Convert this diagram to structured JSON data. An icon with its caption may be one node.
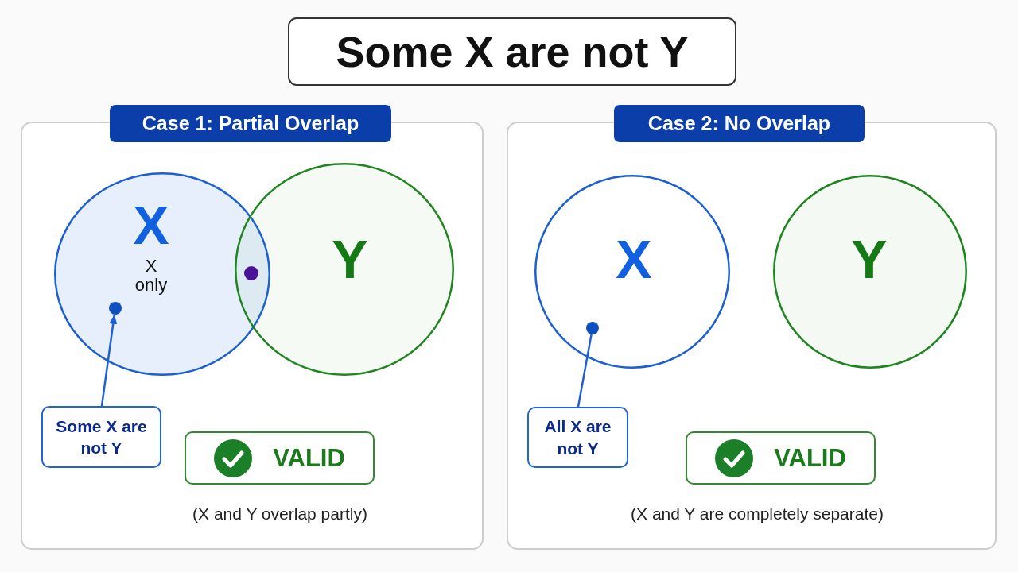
{
  "diagram": {
    "title": "Some X are not Y",
    "nodes": [
      {
        "text": [
          "Case 1: Partial Overlap"
        ]
      },
      {
        "text": [
          "X",
          "X only"
        ],
        "in": 0
      },
      {
        "text": [
          "Y"
        ],
        "in": 0
      },
      {
        "text": [],
        "shape": "circle",
        "in": 1
      },
      {
        "text": [
          "Some X are not Y"
        ],
        "in": 0
      },
      {
        "text": [
          "VALID"
        ],
        "in": 0
      },
      {
        "text": [
          "Case 2: No Overlap"
        ]
      },
      {
        "text": [
          "X"
        ],
        "in": 6
      },
      {
        "text": [
          "Y"
        ],
        "in": 6
      },
      {
        "text": [],
        "shape": "circle",
        "in": 7
      },
      {
        "text": [
          "All X are not Y"
        ],
        "in": 6
      },
      {
        "text": [
          "VALID"
        ],
        "in": 6
      }
    ],
    "edges": [
      {
        "from": 4,
        "to": 3,
        "arrow": "to"
      },
      {
        "from": 10,
        "to": 9,
        "arrow": "none"
      }
    ],
    "labels": [
      "(X and Y overlap partly)",
      "(X and Y are completely separate)"
    ]
  }
}
